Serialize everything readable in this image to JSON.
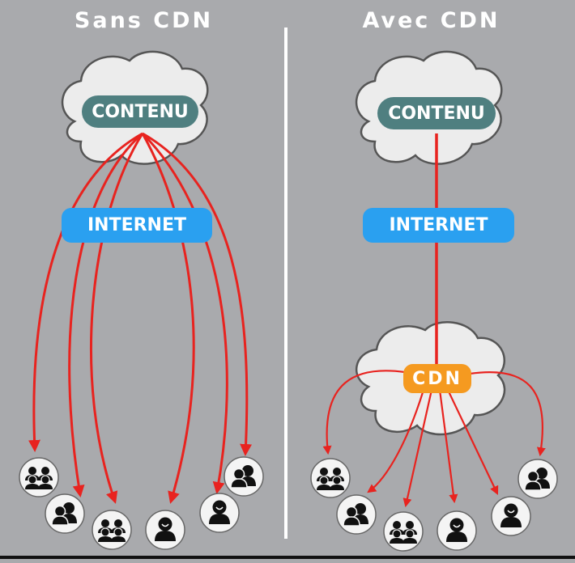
{
  "left": {
    "title": "Sans CDN",
    "origin_label": "CONTENU",
    "network_label": "INTERNET",
    "users": [
      "group",
      "user-pair",
      "group",
      "user",
      "user",
      "user-pair"
    ]
  },
  "right": {
    "title": "Avec CDN",
    "origin_label": "CONTENU",
    "network_label": "INTERNET",
    "edge_label": "CDN",
    "users": [
      "group",
      "user-pair",
      "group",
      "user",
      "user",
      "user-pair"
    ]
  },
  "colors": {
    "background": "#a9aaad",
    "arrow": "#e8231f",
    "contenu_pill": "#4f7f80",
    "internet_pill": "#2aa0f0",
    "cdn_pill": "#f59a20",
    "cloud_fill": "#ececec"
  }
}
